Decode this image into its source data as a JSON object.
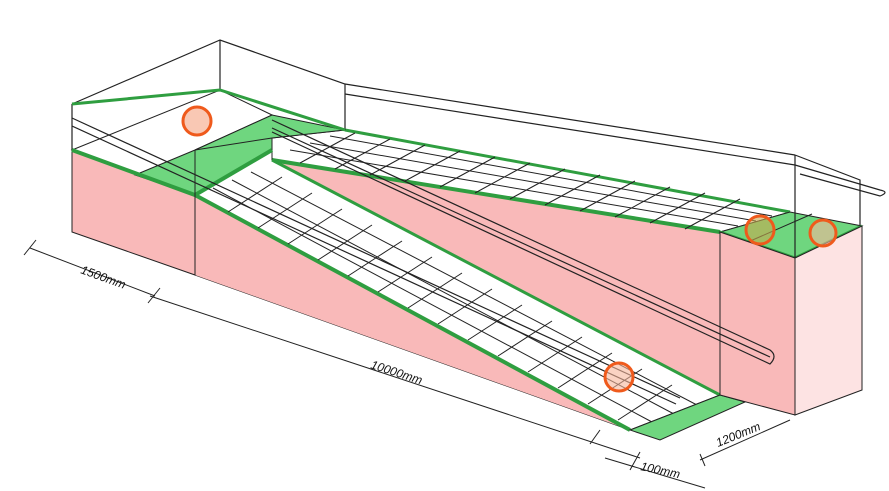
{
  "diagram": {
    "dimensions": {
      "landing_length": "1500mm",
      "ramp_length": "10000mm",
      "ramp_width": "1200mm",
      "curb_height": "100mm"
    },
    "colors": {
      "wall_fill": "#f9b9b9",
      "end_wall_fill": "#fde3e3",
      "landing_green": "#6fd67f",
      "outline": "#222222",
      "marker_stroke": "#ef5a1c",
      "marker_fill": "#f7b69b"
    },
    "markers": [
      {
        "name": "marker-top-landing-handrail"
      },
      {
        "name": "marker-bottom-ramp-handrail"
      },
      {
        "name": "marker-far-landing-left"
      },
      {
        "name": "marker-far-landing-right"
      }
    ]
  }
}
